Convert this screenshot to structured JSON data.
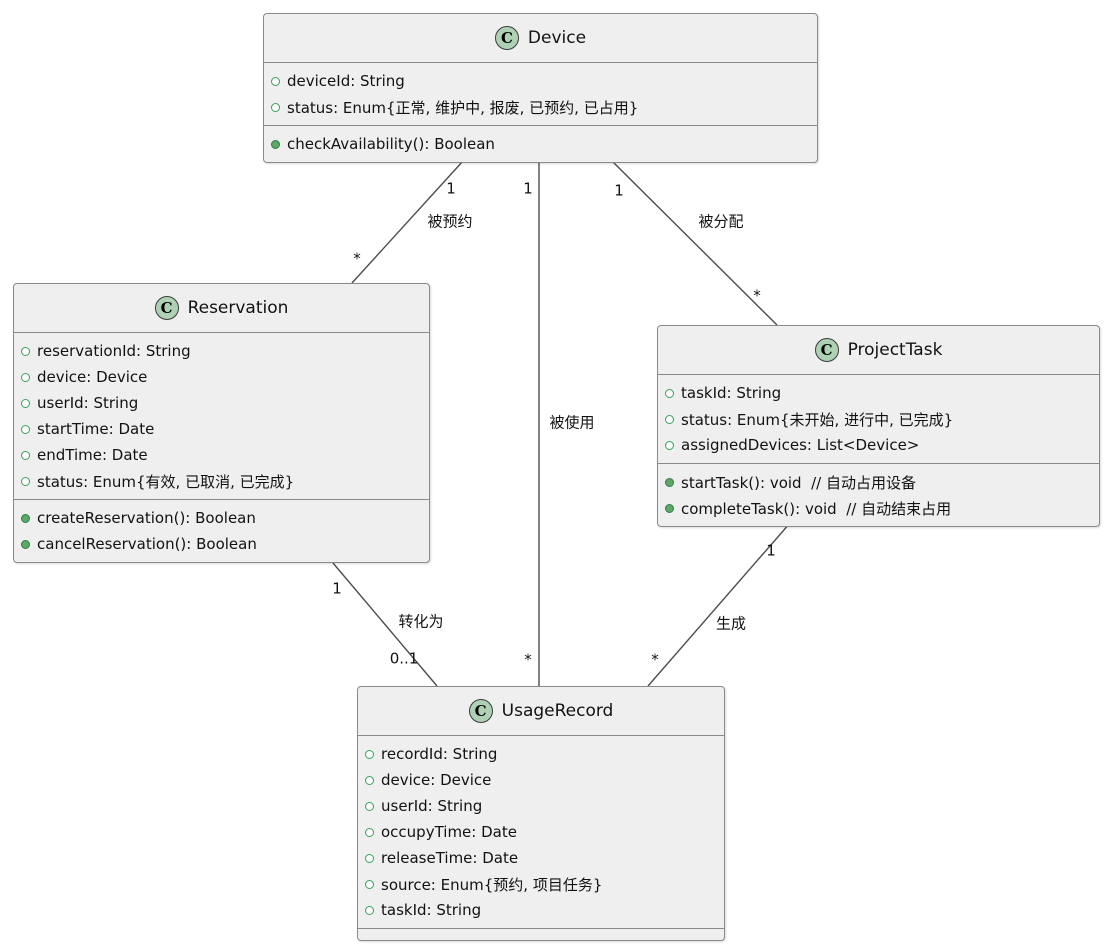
{
  "classes": {
    "device": {
      "badge": "C",
      "name": "Device",
      "attributes": [
        "deviceId: String",
        "status: Enum{正常, 维护中, 报废, 已预约, 已占用}"
      ],
      "methods": [
        "checkAvailability(): Boolean"
      ]
    },
    "reservation": {
      "badge": "C",
      "name": "Reservation",
      "attributes": [
        "reservationId: String",
        "device: Device",
        "userId: String",
        "startTime: Date",
        "endTime: Date",
        "status: Enum{有效, 已取消, 已完成}"
      ],
      "methods": [
        "createReservation(): Boolean",
        "cancelReservation(): Boolean"
      ]
    },
    "project_task": {
      "badge": "C",
      "name": "ProjectTask",
      "attributes": [
        "taskId: String",
        "status: Enum{未开始, 进行中, 已完成}",
        "assignedDevices: List<Device>"
      ],
      "methods": [
        "startTask(): void  // 自动占用设备",
        "completeTask(): void  // 自动结束占用"
      ]
    },
    "usage_record": {
      "badge": "C",
      "name": "UsageRecord",
      "attributes": [
        "recordId: String",
        "device: Device",
        "userId: String",
        "occupyTime: Date",
        "releaseTime: Date",
        "source: Enum{预约, 项目任务}",
        "taskId: String"
      ],
      "methods": []
    }
  },
  "edges": {
    "device_reservation": {
      "name": "被预约",
      "device_mult": "1",
      "reservation_mult": "*"
    },
    "device_usage_record": {
      "name": "被使用",
      "device_mult": "1",
      "usage_record_mult": "*"
    },
    "device_project_task": {
      "name": "被分配",
      "device_mult": "1",
      "project_task_mult": "*"
    },
    "reservation_usage_record": {
      "name": "转化为",
      "reservation_mult": "1",
      "usage_record_mult": "0..1"
    },
    "project_task_usage_record": {
      "name": "生成",
      "project_task_mult": "1",
      "usage_record_mult": "*"
    }
  },
  "colors": {
    "background": "#ffffff",
    "class_fill": "#efefef",
    "class_border": "#8a8a8a",
    "badge_fill": "#add1b2",
    "field_icon_green": "#35a05a",
    "method_icon_fill": "#5da865",
    "edge_line": "#4d4d4d",
    "text": "#121212"
  }
}
